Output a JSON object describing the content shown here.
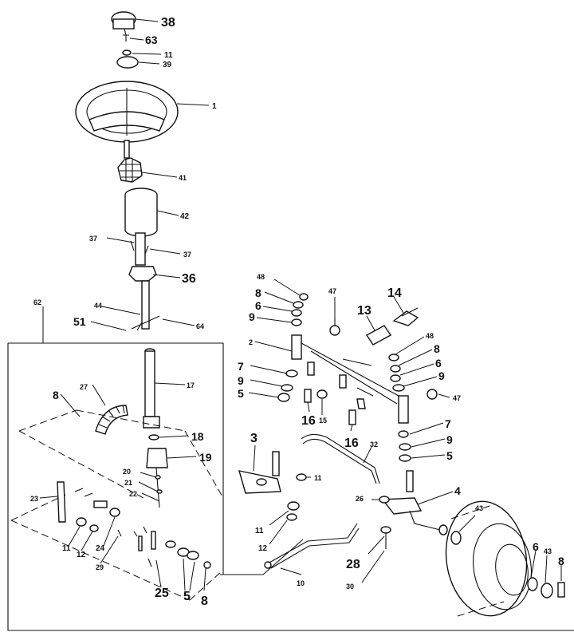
{
  "diagram": {
    "labels": {
      "p38": "38",
      "p63": "63",
      "p11a": "11",
      "p39": "39",
      "p1": "1",
      "p41": "41",
      "p42": "42",
      "p37a": "37",
      "p37b": "37",
      "p36": "36",
      "p44": "44",
      "p51": "51",
      "p64": "64",
      "p62": "62",
      "p17": "17",
      "p8a": "8",
      "p27": "27",
      "p18": "18",
      "p19": "19",
      "p20": "20",
      "p21": "21",
      "p22": "22",
      "p23": "23",
      "p11b": "11",
      "p12a": "12",
      "p24": "24",
      "p29": "29",
      "p25": "25",
      "p5a": "5",
      "p8b": "8",
      "p48a": "48",
      "p8c": "8",
      "p6a": "6",
      "p9a": "9",
      "p2": "2",
      "p7a": "7",
      "p9b": "9",
      "p5b": "5",
      "p16a": "16",
      "p15": "15",
      "p47a": "47",
      "p13": "13",
      "p14": "14",
      "p48b": "48",
      "p8d": "8",
      "p6b": "6",
      "p9c": "9",
      "p47b": "47",
      "p16b": "16",
      "p7b": "7",
      "p9d": "9",
      "p5c": "5",
      "p3": "3",
      "p32": "32",
      "p11c": "11",
      "p26": "26",
      "p4": "4",
      "p11d": "11",
      "p12b": "12",
      "p28": "28",
      "p10": "10",
      "p30": "30",
      "p43a": "43",
      "p6c": "6",
      "p43b": "43",
      "p8e": "8"
    }
  }
}
